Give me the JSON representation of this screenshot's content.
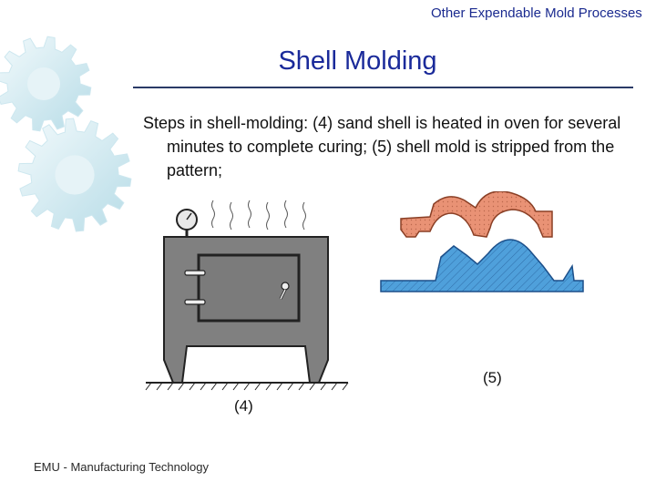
{
  "header": {
    "section_title": "Other Expendable Mold Processes"
  },
  "slide": {
    "title": "Shell Molding",
    "body": "Steps in shell‑molding: (4) sand shell is heated in oven for several minutes to complete curing; (5) shell mold is stripped from the pattern;"
  },
  "figure": {
    "label_4": "(4)",
    "label_5": "(5)"
  },
  "footer": {
    "text": "EMU - Manufacturing Technology"
  },
  "colors": {
    "title_blue": "#1a2a9a",
    "gear_fill": "#cde7ef",
    "oven_gray": "#7f7f7f",
    "shell_orange": "#e99275",
    "pattern_blue": "#4fa0db"
  }
}
